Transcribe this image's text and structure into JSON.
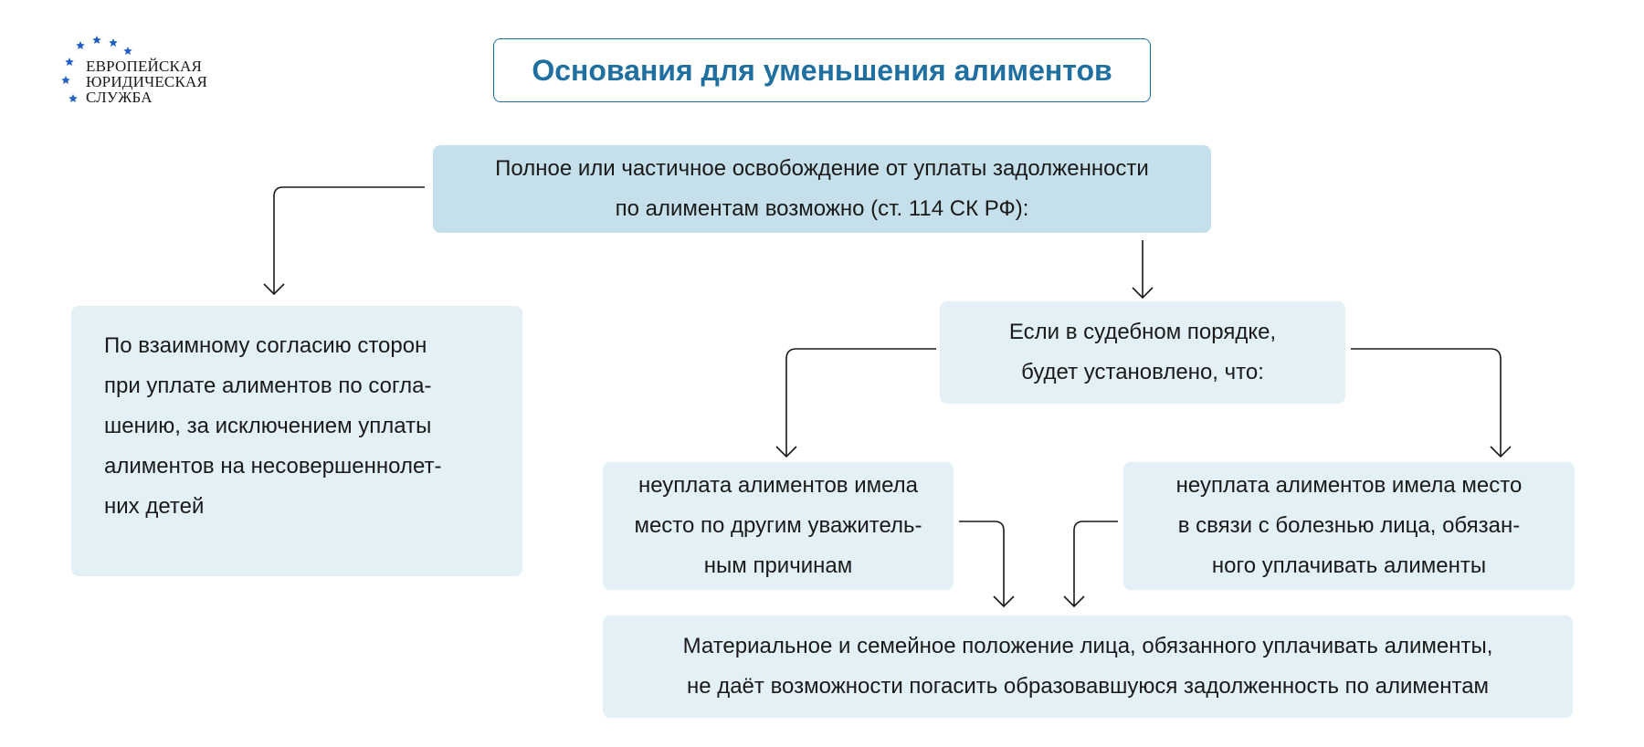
{
  "logo": {
    "lines": [
      "ЕВРОПЕЙСКАЯ",
      "ЮРИДИЧЕСКАЯ",
      "СЛУЖБА"
    ],
    "star_color": "#1f5fc4"
  },
  "title": "Основания для уменьшения алиментов",
  "colors": {
    "accent": "#1f6fa0",
    "box_dark": "#c5e0ea",
    "box_light": "#e3f0f6"
  },
  "nodes": {
    "main": [
      "Полное или частичное освобождение от уплаты задолженности",
      "по алиментам возможно (ст. 114 СК РФ):"
    ],
    "mutual_agreement": [
      "По взаимному согласию сторон",
      "при уплате алиментов по согла-",
      "шению, за исключением уплаты",
      "алиментов на несовершеннолет-",
      "них детей"
    ],
    "court": [
      "Если в судебном порядке,",
      "будет установлено, что:"
    ],
    "valid_reasons": [
      "неуплата алиментов имела",
      "место по другим уважитель-",
      "ным причинам"
    ],
    "illness": [
      "неуплата алиментов имела место",
      "в связи с болезнью лица, обязан-",
      "ного уплачивать алименты"
    ],
    "material": [
      "Материальное и семейное положение лица, обязанного уплачивать алименты,",
      "не даёт возможности погасить образовавшуюся задолженность по алиментам"
    ]
  }
}
